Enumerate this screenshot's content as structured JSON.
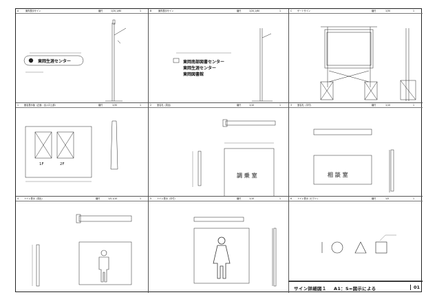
{
  "drawing": {
    "title": "サイン詳細図１",
    "scale_note": "A1：S=図示による",
    "sheet_no": "01"
  },
  "panels": [
    {
      "id": "A",
      "name": "案内表示サイン",
      "scale_label": "縮尺",
      "scale": "1/20,1/60",
      "no": "1"
    },
    {
      "id": "B",
      "name": "案内表示サイン",
      "scale_label": "縮尺",
      "scale": "1/20,1/60",
      "no": "1"
    },
    {
      "id": "C",
      "name": "ゲートサイン",
      "scale_label": "縮尺",
      "scale": "1/30",
      "no": "1"
    },
    {
      "id": "1",
      "name": "館名表示板（正面・出入口上部）",
      "scale_label": "縮尺",
      "scale": "1/30",
      "no": "1"
    },
    {
      "id": "2",
      "name": "室名札（突出）",
      "scale_label": "縮尺",
      "scale": "1/10",
      "no": "1"
    },
    {
      "id": "3",
      "name": "室名札（平付）",
      "scale_label": "縮尺",
      "scale": "1/10",
      "no": "1"
    },
    {
      "id": "4",
      "name": "トイレ表示（突出）",
      "scale_label": "縮尺",
      "scale": "1/5,1/10",
      "no": "1"
    },
    {
      "id": "5",
      "name": "トイレ表示（平付）",
      "scale_label": "縮尺",
      "scale": "1/10",
      "no": "1"
    },
    {
      "id": "6",
      "name": "トイレ表示（ピクト）",
      "scale_label": "縮尺",
      "scale": "1/5",
      "no": "1"
    }
  ],
  "sign_texts": {
    "a_sign": "東岡生涯センター",
    "b_line1": "東岡南部図書センター",
    "b_line2": "東岡生涯センター",
    "b_line3": "東岡図書館",
    "floor_1f": "1F",
    "floor_2f": "2F",
    "room_front": "調 乗 室",
    "room_flat": "相 談 室"
  }
}
